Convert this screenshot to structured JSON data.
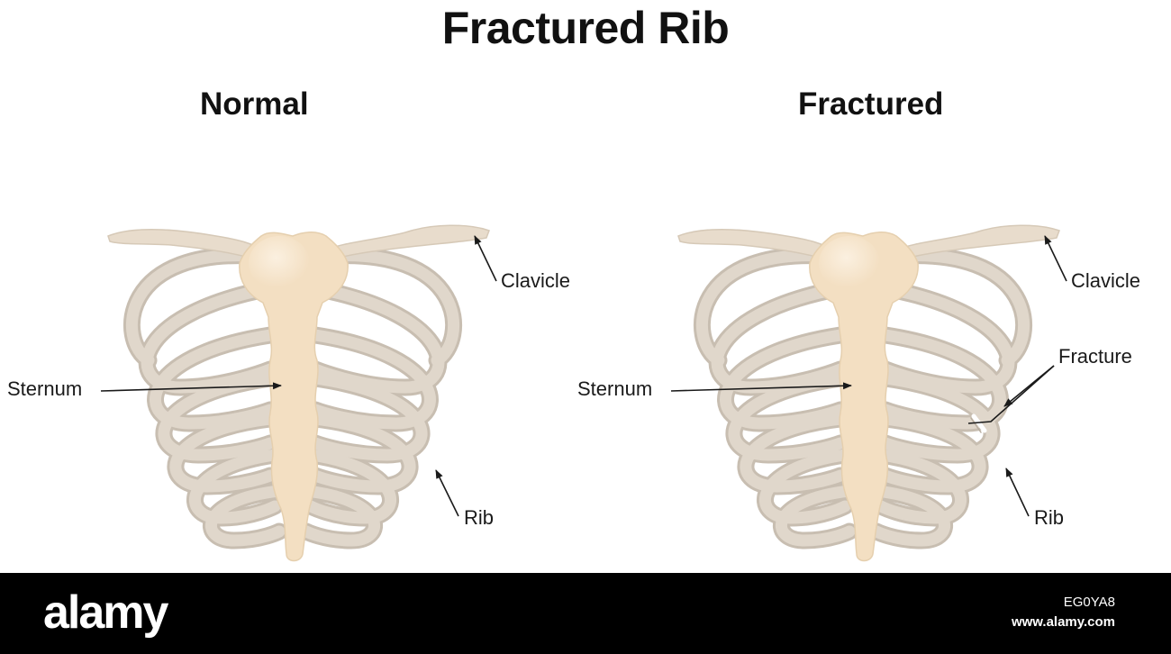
{
  "title": "Fractured Rib",
  "panels": {
    "normal": {
      "heading": "Normal",
      "labels": {
        "clavicle": "Clavicle",
        "sternum": "Sternum",
        "rib": "Rib"
      }
    },
    "fractured": {
      "heading": "Fractured",
      "labels": {
        "clavicle": "Clavicle",
        "sternum": "Sternum",
        "fracture": "Fracture",
        "rib": "Rib"
      }
    }
  },
  "colors": {
    "bone": "#e0d7cb",
    "bone_stroke": "#c8beb1",
    "sternum": "#f3dfc2",
    "sternum_stroke": "#e5cfae",
    "footer": "#000000"
  },
  "footer": {
    "brand": "alamy",
    "image_id": "EG0YA8",
    "site": "www.alamy.com"
  }
}
